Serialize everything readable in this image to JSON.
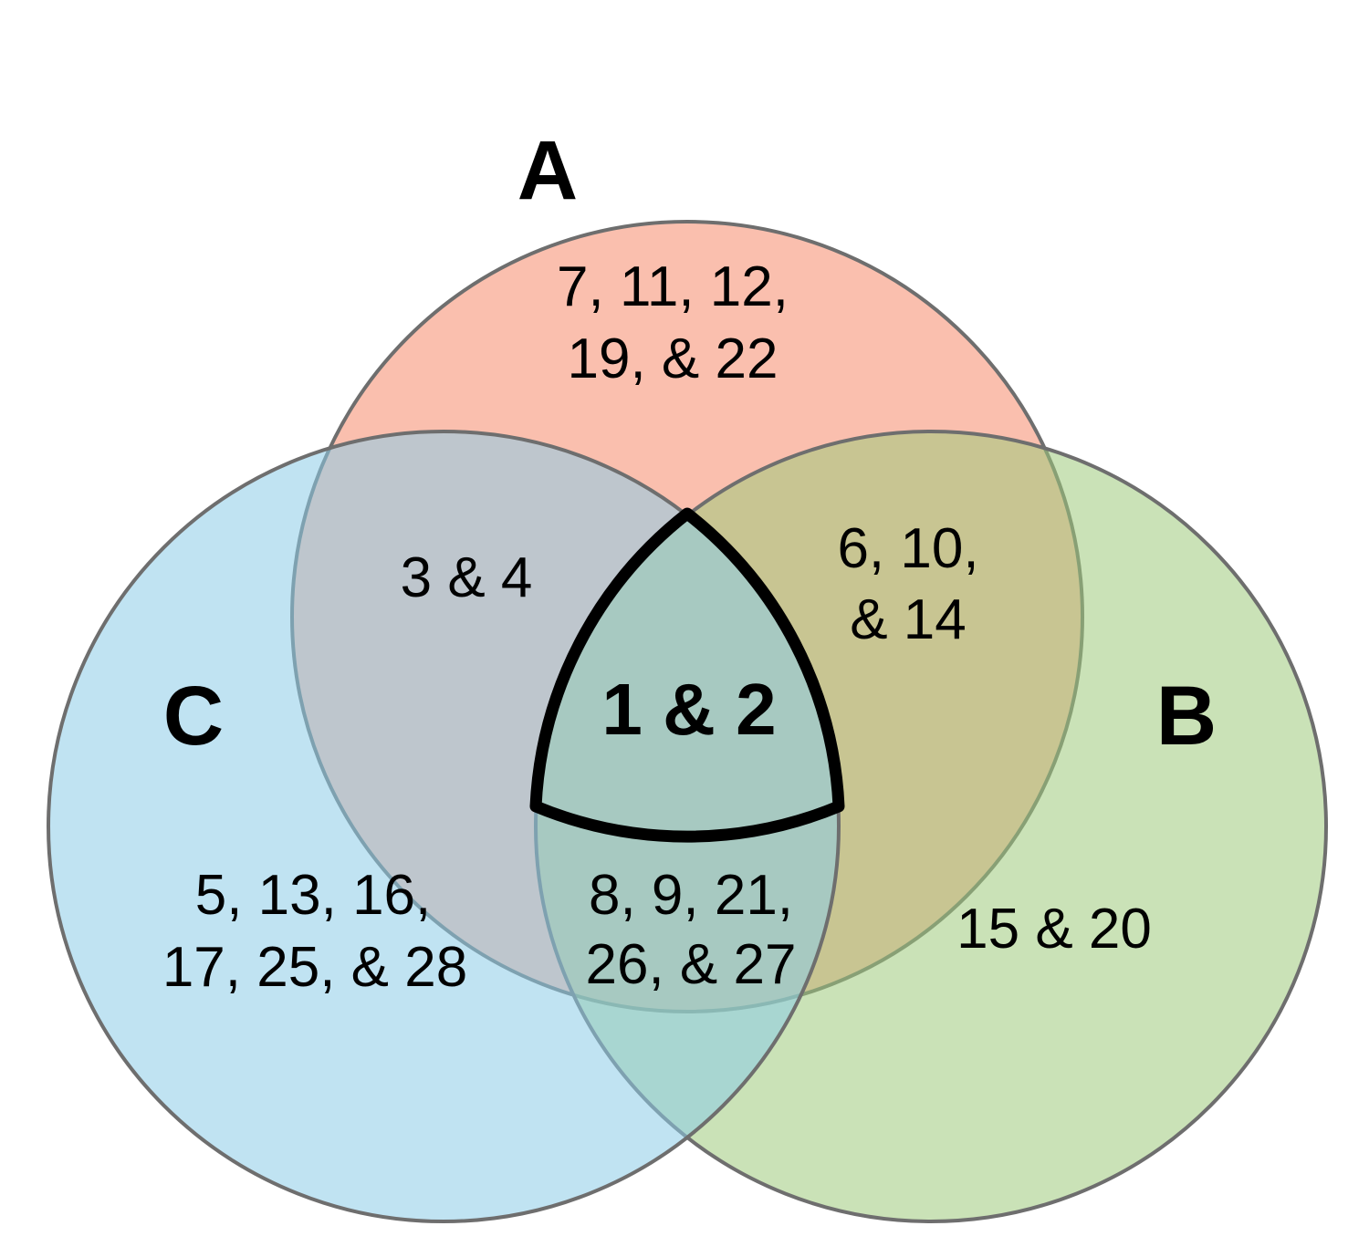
{
  "sets": {
    "a": {
      "label": "A",
      "color": "#F58B6B"
    },
    "b": {
      "label": "B",
      "color": "#9FCB7C"
    },
    "c": {
      "label": "C",
      "color": "#8CCCE8"
    }
  },
  "outline_color": "#6E6E6E",
  "highlight_color": "#000000",
  "regions": {
    "a_only": [
      "7, 11, 12,",
      "19, & 22"
    ],
    "b_only": [
      "15 & 20"
    ],
    "c_only": [
      "5, 13, 16,",
      "17, 25, & 28"
    ],
    "a_c": [
      "3 & 4"
    ],
    "a_b": [
      "6, 10,",
      "& 14"
    ],
    "b_c": [
      "8, 9, 21,",
      "26, & 27"
    ],
    "a_b_c": [
      "1 & 2"
    ]
  }
}
